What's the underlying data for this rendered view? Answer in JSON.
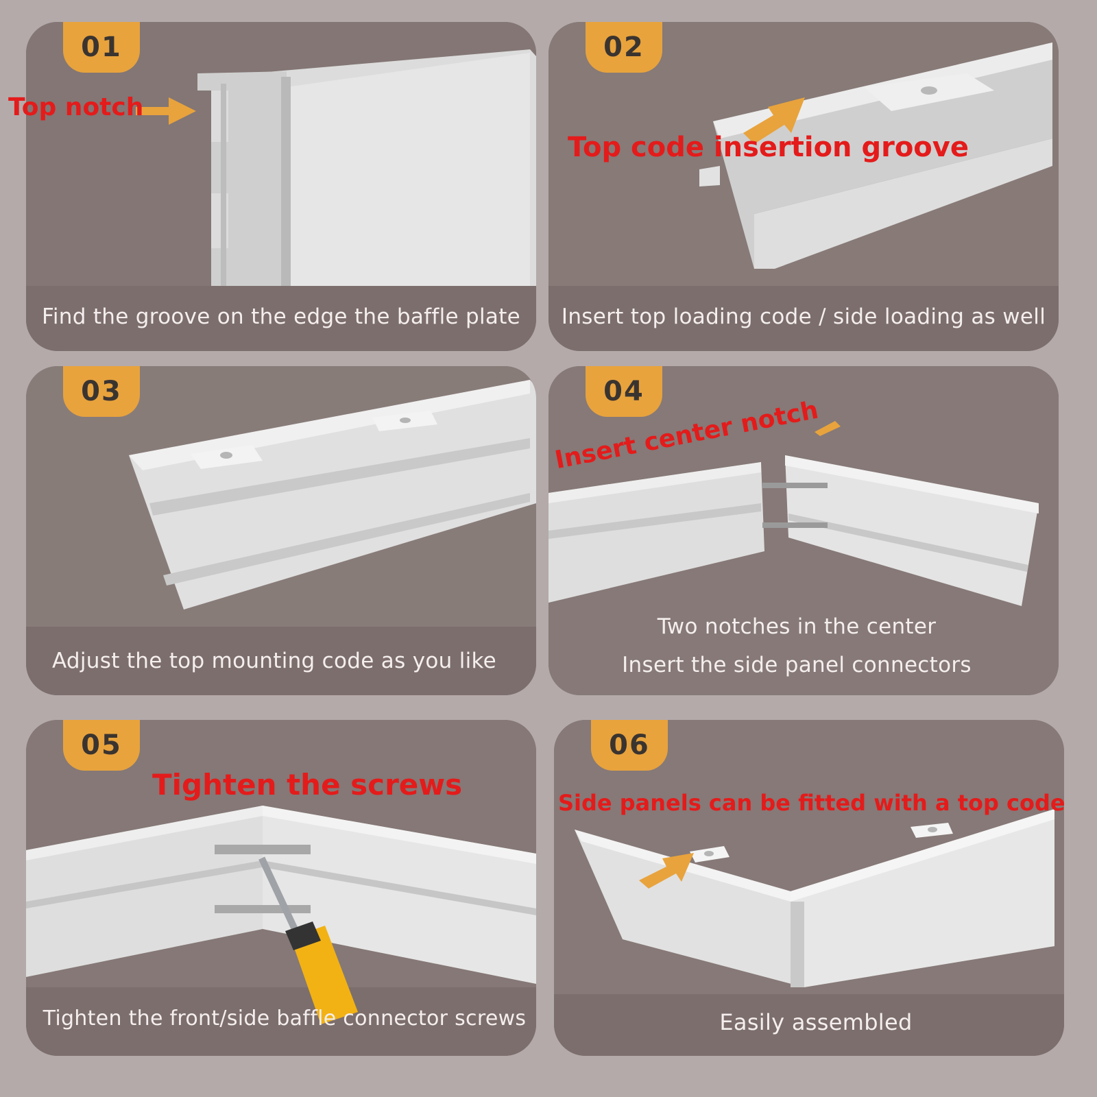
{
  "colors": {
    "background": "#b4aaaa",
    "badge": "#e8a33d",
    "callout": "#e41b1b",
    "caption": "#f4efee",
    "arrow": "#e8a33d"
  },
  "steps": [
    {
      "number": "01",
      "callout": "Top notch",
      "captions": [
        "Find the groove on the edge the baffle plate"
      ],
      "icon": "arrow-right-icon"
    },
    {
      "number": "02",
      "callout": "Top code insertion groove",
      "captions": [
        "Insert top loading code / side loading as well"
      ],
      "icon": "arrow-up-right-icon"
    },
    {
      "number": "03",
      "callout": "",
      "captions": [
        "Adjust the top mounting code as you like"
      ]
    },
    {
      "number": "04",
      "callout": "Insert center notch",
      "captions": [
        "Two notches in the center",
        "Insert the side panel connectors"
      ],
      "icon": "arrow-right-icon"
    },
    {
      "number": "05",
      "callout": "Tighten the screws",
      "captions": [
        "Tighten the front/side baffle connector screws"
      ],
      "icon": "screwdriver-icon"
    },
    {
      "number": "06",
      "callout": "Side panels can be fitted with a top code",
      "captions": [
        "Easily assembled"
      ],
      "icon": "arrow-up-right-icon"
    }
  ]
}
